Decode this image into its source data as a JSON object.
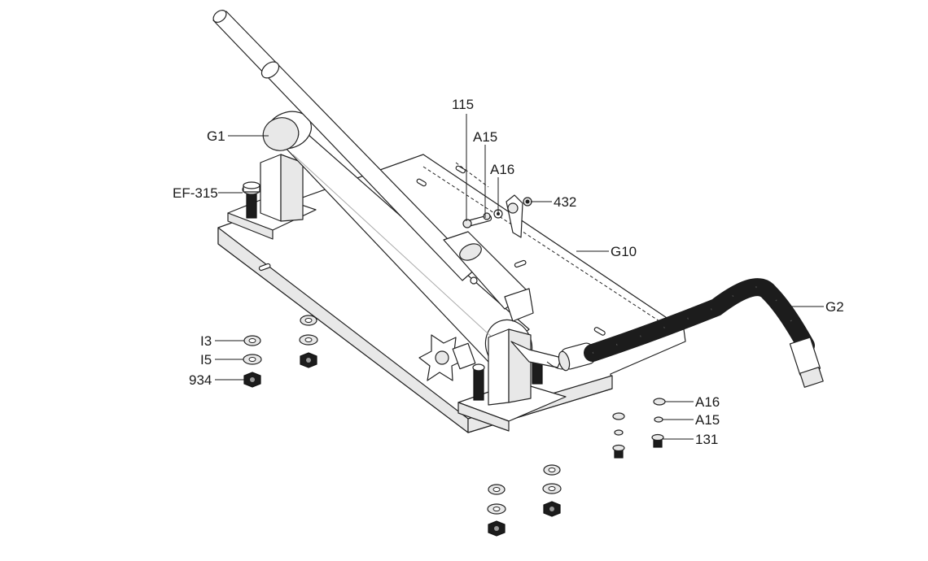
{
  "diagram": {
    "labels": {
      "g1": "G1",
      "ef315": "EF-315",
      "p115": "115",
      "a15_top": "A15",
      "a16_top": "A16",
      "p432": "432",
      "g10": "G10",
      "g2": "G2",
      "i3": "I3",
      "i5": "I5",
      "p934": "934",
      "a16_right": "A16",
      "a15_right": "A15",
      "p131": "131"
    },
    "colors": {
      "line": "#1a1a1a",
      "part_fill": "#ffffff",
      "part_shade": "#e8e8e8",
      "hose": "#1c1c1c"
    }
  }
}
